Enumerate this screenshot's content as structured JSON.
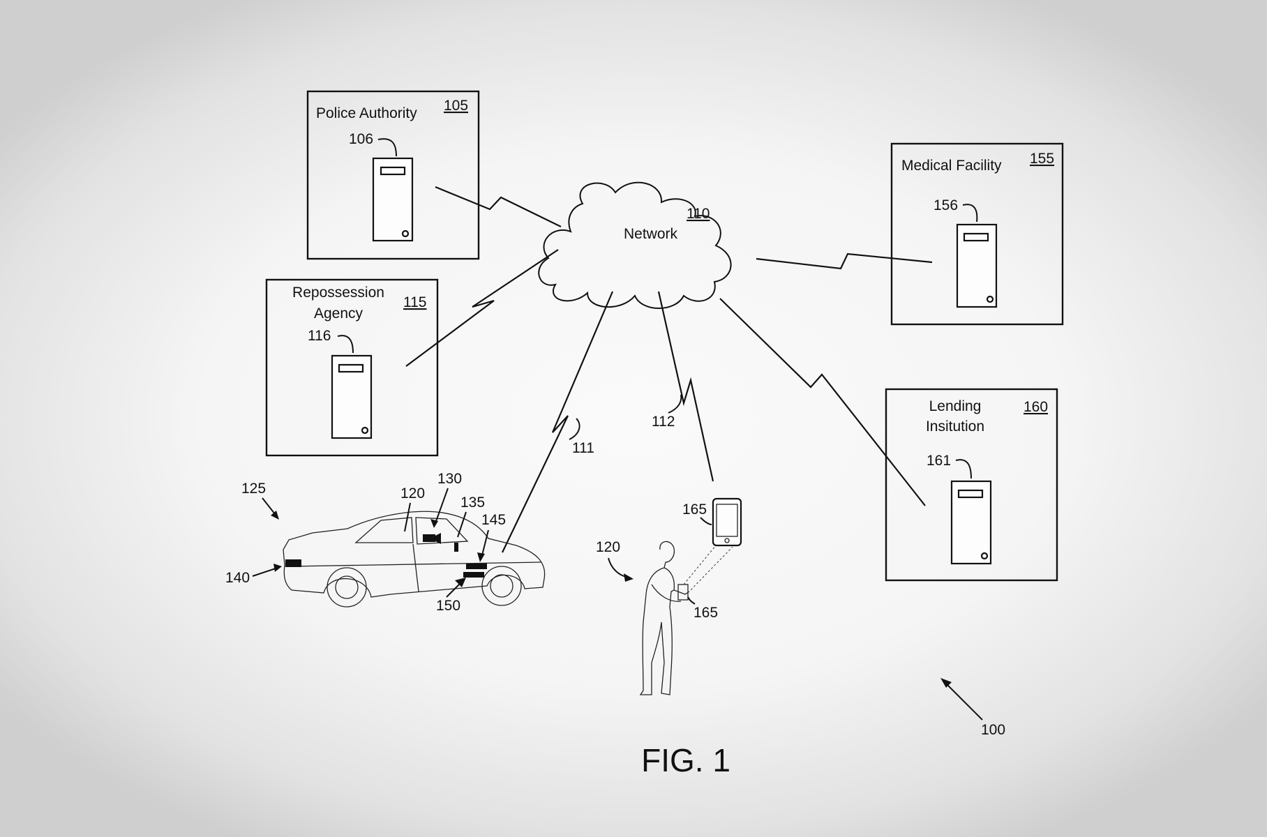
{
  "figure": {
    "caption": "FIG. 1",
    "system_ref": "100"
  },
  "network": {
    "label": "Network",
    "ref": "110"
  },
  "nodes": {
    "police": {
      "label": "Police Authority",
      "ref": "105",
      "server_ref": "106"
    },
    "repossession": {
      "label_line1": "Repossession",
      "label_line2": "Agency",
      "ref": "115",
      "server_ref": "116"
    },
    "medical": {
      "label": "Medical Facility",
      "ref": "155",
      "server_ref": "156"
    },
    "lending": {
      "label_line1": "Lending",
      "label_line2": "Insitution",
      "ref": "160",
      "server_ref": "161"
    }
  },
  "links": {
    "vehicle_link_ref": "111",
    "phone_link_ref": "112"
  },
  "vehicle": {
    "ref": "125",
    "callouts": {
      "r120": "120",
      "r130": "130",
      "r135": "135",
      "r145": "145",
      "r140": "140",
      "r150": "150"
    }
  },
  "person": {
    "ref": "120",
    "phone_ref": "165",
    "handheld_ref": "165"
  }
}
